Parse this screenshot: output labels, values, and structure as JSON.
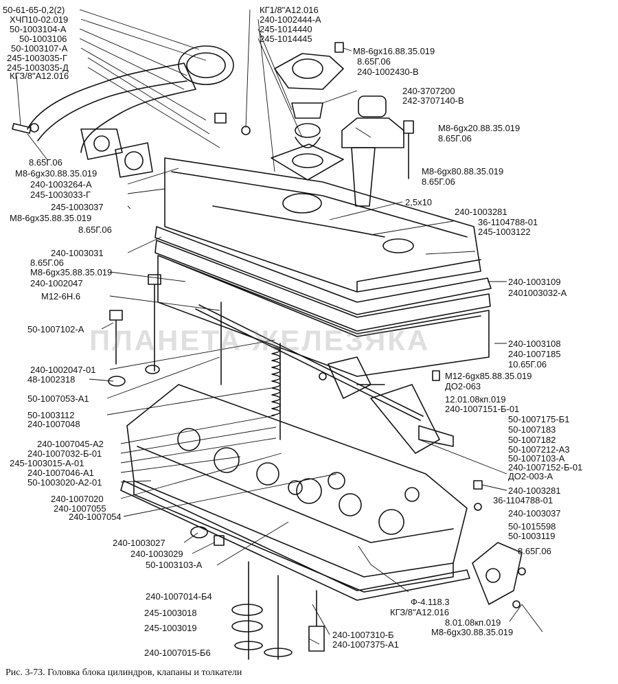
{
  "caption": "Рис. 3-73. Головка блока цилиндров, клапаны и толкатели",
  "watermark": "ПЛАНЕТА ЖЕЛЕЗЯКА",
  "labels_left": [
    "50-61-65-0,2(2)",
    "ХЧП10-02.019",
    "50-1003104-А",
    "50-1003106",
    "50-1003107-А",
    "245-1003035-Г",
    "245-1003035-Д",
    "КГЗ/8\"А12.016",
    "8.65Г.06",
    "М8-6gх30.88.35.019",
    "240-1003264-А",
    "245-1003033-Г",
    "245-1003037",
    "М8-6gх35.88.35.019",
    "8.65Г.06",
    "240-1003031",
    "8.65Г.06",
    "М8-6gх35.88.35.019",
    "240-1002047",
    "М12-6Н.6",
    "50-1007102-А",
    "240-1002047-01",
    "48-1002318",
    "50-1007053-А1",
    "50-1003112",
    "240-1007048",
    "240-1007045-А2",
    "240-1007032-Б-01",
    "245-1003015-А-01",
    "240-1007046-А1",
    "50-1003020-А2-01",
    "240-1007020",
    "240-1007055",
    "240-1007054",
    "240-1003027",
    "240-1003029",
    "50-1003103-А",
    "240-1007014-Б4",
    "245-1003018",
    "245-1003019",
    "240-1007015-Б6"
  ],
  "labels_right": [
    "КГ1/8\"А12.016",
    "240-1002444-А",
    "245-1014440",
    "245-1014445",
    "М8-6gх16.88.35.019",
    "8.65Г.06",
    "240-1002430-В",
    "240-3707200",
    "242-3707140-В",
    "М8-6gх20.88.35.019",
    "8.65Г.06",
    "М8-6gх80.88.35.019",
    "8.65Г.06",
    "2,5х10",
    "240-1003281",
    "36-1104788-01",
    "245-1003122",
    "240-1003109",
    "2401003032-А",
    "240-1003108",
    "240-1007185",
    "10.65Г.06",
    "М12-6gх85.88.35.019",
    "ДО2-063",
    "12.01.08кп.019",
    "240-1007151-Б-01",
    "50-1007175-Б1",
    "50-1007183",
    "50-1007182",
    "50-1007212-А3",
    "50-1007103-А",
    "240-1007152-Б-01",
    "ДО2-003-А",
    "240-1003281",
    "36-1104788-01",
    "240-1003037",
    "50-1015598",
    "50-1003119",
    "8.65Г.06",
    "Ф-4.118.3",
    "КГЗ/8\"А12.016",
    "8.01.08кп.019",
    "М8-6gх30.88.35.019",
    "240-1007310-Б",
    "240-1007375-А1"
  ]
}
